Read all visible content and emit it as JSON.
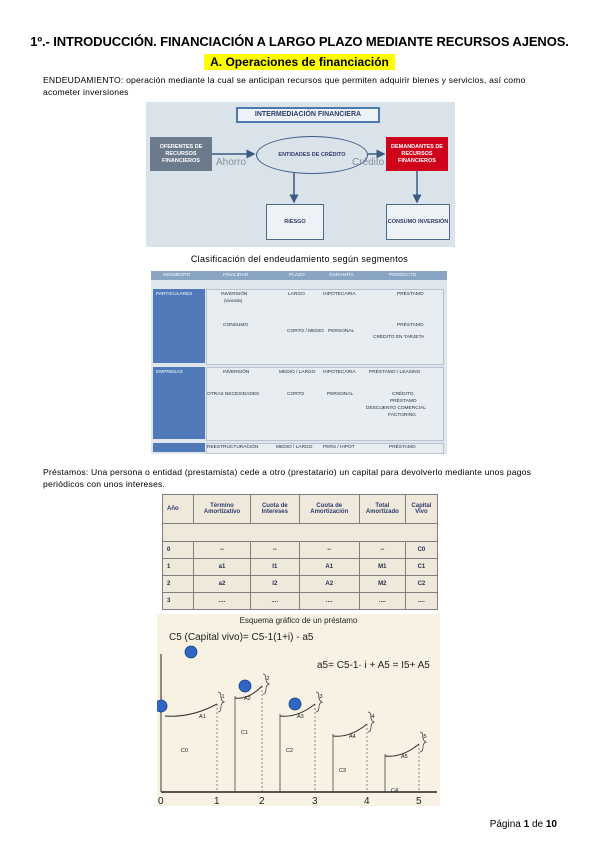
{
  "title": "1º.- INTRODUCCIÓN. FINANCIACIÓN A LARGO PLAZO MEDIANTE RECURSOS AJENOS.",
  "subtitle": "A.  Operaciones de financiación",
  "intro": {
    "term": "ENDEUDAMIENTO:",
    "text": " operación mediante la cual se anticipan recursos que permiten adquirir bienes y servicios, así como acometer inversiones"
  },
  "diagram": {
    "header": "INTERMEDIACIÓN FINANCIERA",
    "oferentes": "OFERENTES DE RECURSOS FINANCIEROS",
    "entidades": "ENTIDADES DE CRÉDITO",
    "demandantes": "DEMANDANTES DE RECURSOS FINANCIEROS",
    "ahorro": "Ahorro",
    "credito": "Crédito",
    "riesgo": "RIESGO",
    "consumo": "CONSUMO INVERSIÓN"
  },
  "segment_caption": "Clasificación del endeudamiento según segmentos",
  "segment_table": {
    "headers": [
      "SEGMENTO",
      "FINALIDAD",
      "PLAZO",
      "GARANTÍA",
      "PRODUCTO"
    ],
    "particulares": "PARTICULARES",
    "empresas": "EMPRESAS",
    "r1": {
      "fin": "INVERSIÓN",
      "fin2": "(vivienda)",
      "plazo": "LARGO",
      "gar": "HIPOTECARIA",
      "prod": "PRÉSTAMO"
    },
    "r2": {
      "fin": "CONSUMO",
      "plazo": "CORTO / MEDIO",
      "gar": "PERSONAL",
      "prod": "PRÉSTAMO",
      "prod2": "CRÉDITO EN TARJETA"
    },
    "r3": {
      "fin": "INVERSIÓN",
      "plazo": "MEDIO / LARGO",
      "gar": "HIPOTECARIA",
      "prod": "PRÉSTAMO / LEASING"
    },
    "r4": {
      "fin": "OTRAS NECESIDADES",
      "plazo": "CORTO",
      "gar": "PERSONAL",
      "prod": "CRÉDITO",
      "prod2": "PRÉSTAMO",
      "prod3": "DESCUENTO COMERCIAL",
      "prod4": "FACTORING"
    },
    "r5": {
      "fin": "REESTRUCTURACIÓN",
      "plazo": "MEDIO / LARGO",
      "gar": "PERS / HIPOT",
      "prod": "PRÉSTAMO"
    }
  },
  "prestamos": {
    "term": "Préstamos:",
    "text": " Una persona o entidad (prestamista) cede a otro (prestatario) un capital para devolverlo mediante unos pagos periódicos con unos intereses."
  },
  "amort_table": {
    "headers": [
      "Año",
      "Término Amortizativo",
      "Cuota de Intereses",
      "Cuota de Amortización",
      "Total Amortizado",
      "Capital Vivo"
    ],
    "rows": [
      [
        "0",
        "--",
        "--",
        "--",
        "--",
        "C0"
      ],
      [
        "1",
        "a1",
        "I1",
        "A1",
        "M1",
        "C1"
      ],
      [
        "2",
        "a2",
        "I2",
        "A2",
        "M2",
        "C2"
      ],
      [
        "3",
        "....",
        "....",
        "....",
        "....",
        "...."
      ]
    ]
  },
  "loan_scheme": {
    "title": "Esquema gráfico de un préstamo",
    "formula1": "C5 (Capital vivo)= C5-1(1+i) - a5",
    "formula2": "a5= C5-1· i + A5 = I5+ A5",
    "x_ticks": [
      "0",
      "1",
      "2",
      "3",
      "4",
      "5"
    ],
    "c_labels": [
      "C0",
      "C1",
      "C2",
      "C3",
      "C4"
    ],
    "a_labels": [
      "A1",
      "A2",
      "A3",
      "A4",
      "A5"
    ],
    "i_labels": [
      "I1",
      "I2",
      "I3",
      "I4",
      "I5"
    ]
  },
  "footer": {
    "prefix": "Página ",
    "page": "1",
    "mid": " de ",
    "total": "10"
  }
}
